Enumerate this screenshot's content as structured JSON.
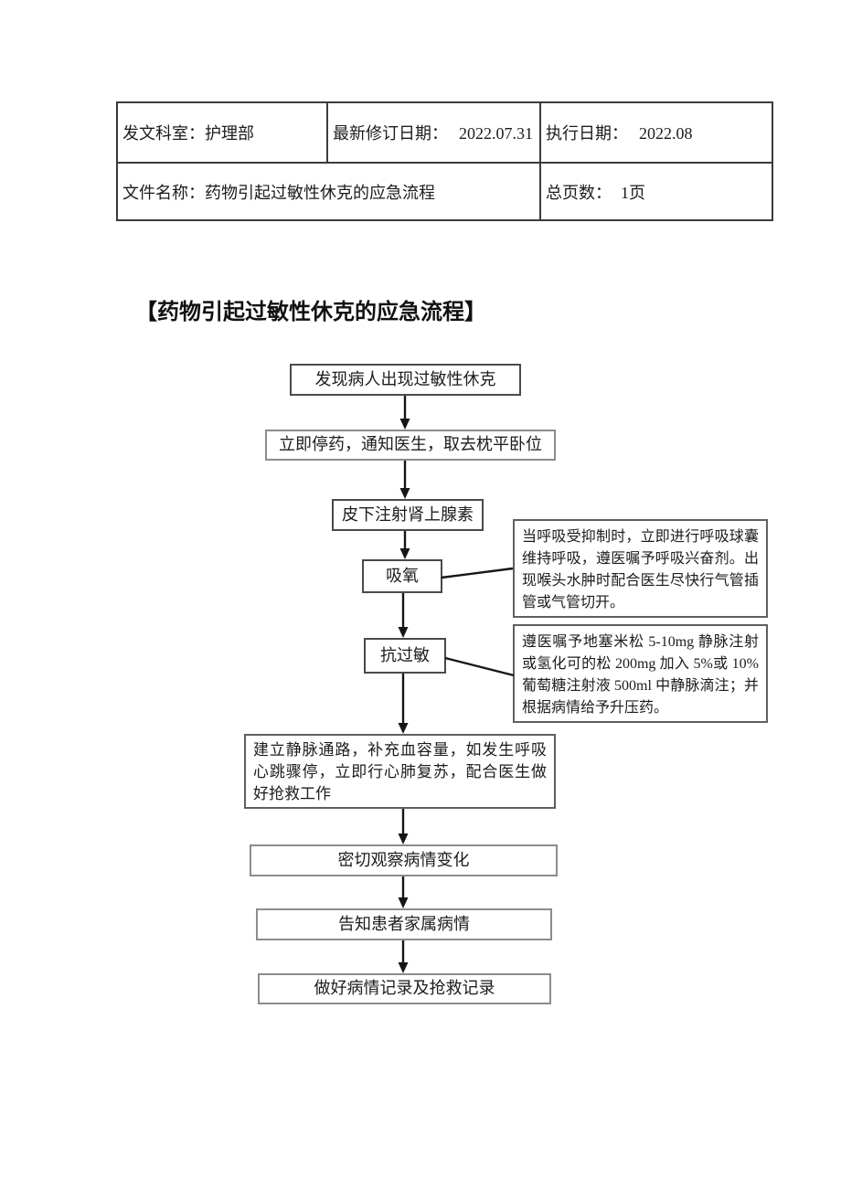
{
  "palette": {
    "background": "#ffffff",
    "ink": "#1c1c1c",
    "table_border": "#3b3b3b",
    "box_border_dark": "#4a4a4a",
    "box_border_light": "#8c8c8c",
    "note_border": "#5f5f5f",
    "arrow": "#161616"
  },
  "header_table": {
    "dept_label": "发文科室：",
    "dept_value": "护理部",
    "revised_label": "最新修订日期：",
    "revised_value": "2022.07.31",
    "effective_label": "执行日期：",
    "effective_value": "2022.08",
    "doc_name_label": "文件名称：",
    "doc_name_value": "药物引起过敏性休克的应急流程",
    "total_pages_label": "总页数：",
    "total_pages_value": "1页"
  },
  "heading": "【药物引起过敏性休克的应急流程】",
  "flowchart": {
    "steps": [
      {
        "text": "发现病人出现过敏性休克"
      },
      {
        "text": "立即停药，通知医生，取去枕平卧位"
      },
      {
        "text": "皮下注射肾上腺素"
      },
      {
        "text": "吸氧"
      },
      {
        "text": "抗过敏"
      },
      {
        "text": "建立静脉通路，补充血容量，如发生呼吸心跳骤停，立即行心肺复苏，配合医生做好抢救工作"
      },
      {
        "text": "密切观察病情变化"
      },
      {
        "text": "告知患者家属病情"
      },
      {
        "text": "做好病情记录及抢救记录"
      }
    ],
    "side_notes": [
      {
        "text": "当呼吸受抑制时，立即进行呼吸球囊维持呼吸，遵医嘱予呼吸兴奋剂。出现喉头水肿时配合医生尽快行气管插管或气管切开。"
      },
      {
        "text": "遵医嘱予地塞米松 5-10mg 静脉注射或氢化可的松 200mg 加入 5%或 10%葡萄糖注射液 500ml 中静脉滴注；并根据病情给予升压药。"
      }
    ]
  }
}
